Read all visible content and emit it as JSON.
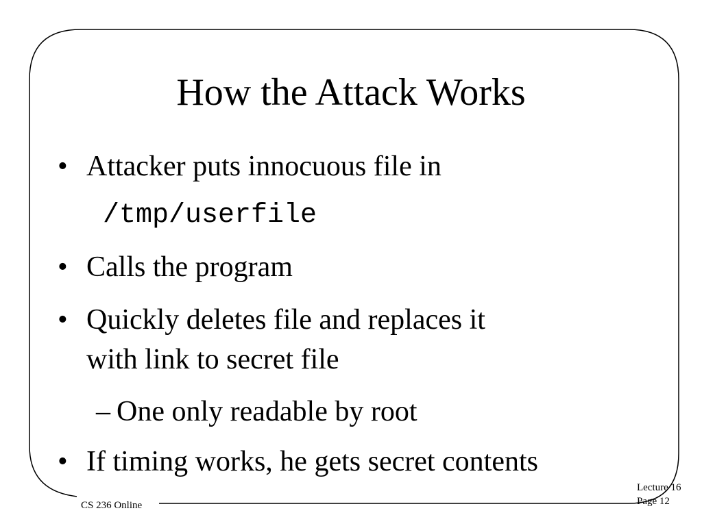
{
  "slide": {
    "title": "How the Attack Works",
    "bullets": [
      {
        "marker": "•",
        "line1": "Attacker puts innocuous file in",
        "code": "/tmp/userfile"
      },
      {
        "marker": "•",
        "line1": "Calls the program"
      },
      {
        "marker": "•",
        "line1": "Quickly deletes file and replaces it",
        "line2": "with link to secret file",
        "sub": {
          "marker": "–",
          "text": "One only readable by root"
        }
      },
      {
        "marker": "•",
        "line1": "If timing works, he gets secret contents"
      }
    ],
    "footer": {
      "course": "CS 236 Online",
      "lecture": "Lecture 16",
      "page": "Page 12"
    }
  }
}
